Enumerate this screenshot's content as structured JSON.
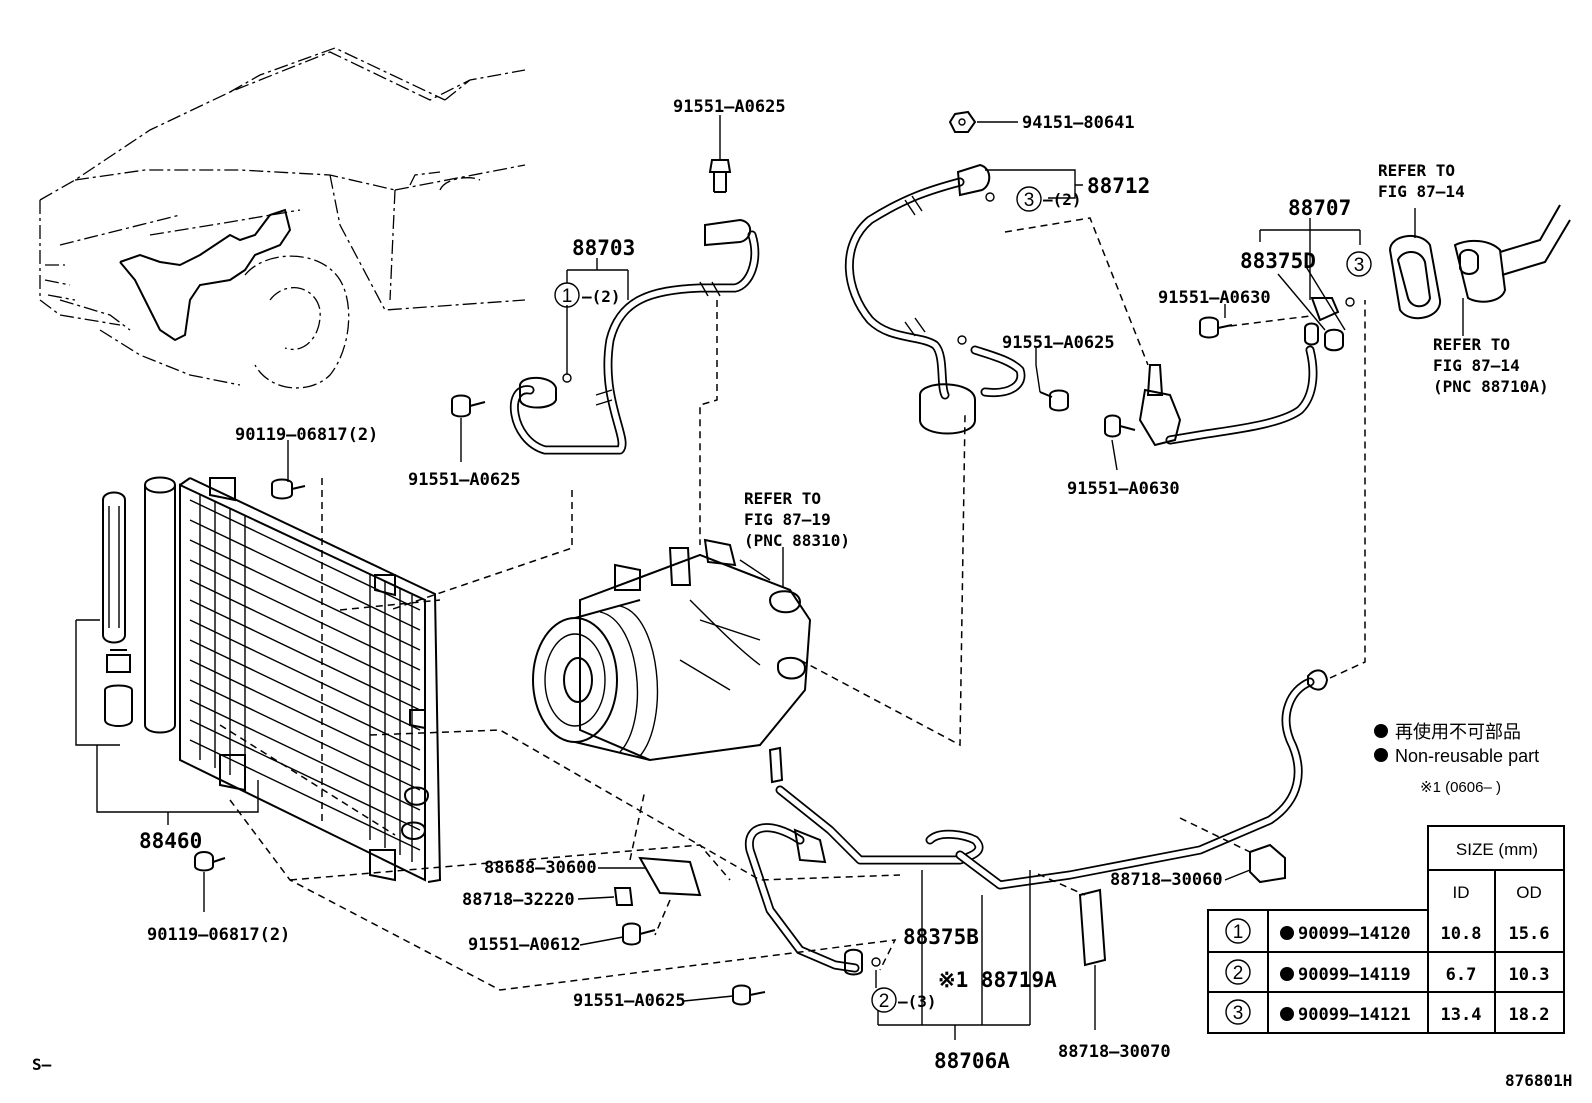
{
  "diagram": {
    "footer_left": "S–",
    "footer_code": "876801H",
    "labels": {
      "p91551_a0625_top": "91551–A0625",
      "p88703": "88703",
      "p88703_qty": "–(2)",
      "p91551_a0625_left": "91551–A0625",
      "p90119_top": "90119–06817(2)",
      "p90119_bottom": "90119–06817(2)",
      "p88460": "88460",
      "p94151": "94151–80641",
      "p88712": "88712",
      "p88712_qty": "–(2)",
      "p91551_a0625_mid": "91551–A0625",
      "p88707": "88707",
      "p88375d": "88375D",
      "p91551_a0630_top": "91551–A0630",
      "p91551_a0630_bottom": "91551–A0630",
      "p88688": "88688–30600",
      "p88718_32220": "88718–32220",
      "p91551_a0612": "91551–A0612",
      "p91551_a0625_bottom": "91551–A0625",
      "p88375b": "88375B",
      "p88719a": "※1 88719A",
      "p88706a": "88706A",
      "p88706a_qty": "–(3)",
      "p88718_30060": "88718–30060",
      "p88718_30070": "88718–30070"
    },
    "circle_numbers": {
      "c1": "1",
      "c2": "2",
      "c3": "3"
    },
    "refer_compressor": [
      "REFER TO",
      "FIG 87–19",
      "(PNC 88310)"
    ],
    "refer_top_right": [
      "REFER TO",
      "FIG 87–14"
    ],
    "refer_right": [
      "REFER TO",
      "FIG 87–14",
      "(PNC 88710A)"
    ],
    "legend": {
      "jp": "再使用不可部品",
      "en": "Non-reusable part",
      "date_note": "※1 (0606–      )"
    },
    "size_table": {
      "header": "SIZE (mm)",
      "col_id": "ID",
      "col_od": "OD",
      "rows": [
        {
          "num": "1",
          "part": "90099–14120",
          "id": "10.8",
          "od": "15.6"
        },
        {
          "num": "2",
          "part": "90099–14119",
          "id": "6.7",
          "od": "10.3"
        },
        {
          "num": "3",
          "part": "90099–14121",
          "id": "13.4",
          "od": "18.2"
        }
      ]
    }
  }
}
